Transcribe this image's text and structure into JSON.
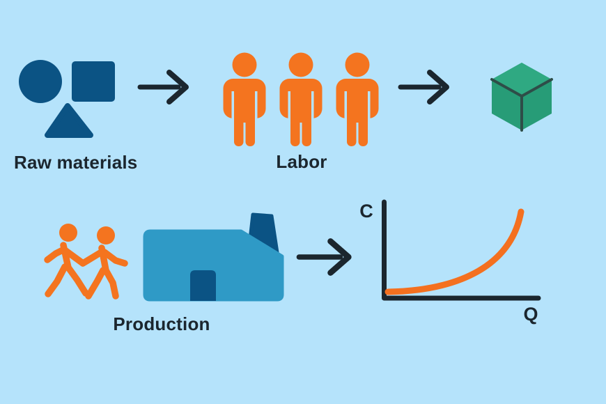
{
  "colors": {
    "background": "#B5E3FB",
    "ink": "#1B262E",
    "dark_blue": "#0B5384",
    "factory_blue": "#2F9AC6",
    "orange": "#F4741F",
    "curve_orange": "#F4701F",
    "green_top": "#2FA982",
    "green_side": "#279C77",
    "green_edge": "#2E4D48"
  },
  "top_flow": {
    "raw_materials": {
      "label": "Raw materials",
      "icons": [
        "circle-shape",
        "square-shape",
        "triangle-shape"
      ]
    },
    "arrow_1": {
      "icon": "right-arrow"
    },
    "labor": {
      "label": "Labor",
      "icon": "standing-worker",
      "worker_count": 3
    },
    "arrow_2": {
      "icon": "right-arrow"
    },
    "output": {
      "icon": "product-cube"
    }
  },
  "bottom_flow": {
    "production": {
      "label": "Production",
      "icons": [
        "walking-workers",
        "factory-building"
      ]
    },
    "arrow_3": {
      "icon": "right-arrow"
    },
    "cost_chart": {
      "icon": "cost-curve-chart"
    }
  },
  "chart_data": {
    "type": "line",
    "title": "",
    "xlabel": "Q",
    "ylabel": "C",
    "grid": false,
    "legend": false,
    "axis_tick_labels": "none",
    "series": [
      {
        "name": "cost-vs-quantity-curve",
        "shape": "exponential-increasing",
        "x_norm": [
          0,
          0.2,
          0.4,
          0.6,
          0.8,
          1.0
        ],
        "y_norm": [
          0.05,
          0.08,
          0.13,
          0.24,
          0.46,
          0.91
        ]
      }
    ]
  }
}
